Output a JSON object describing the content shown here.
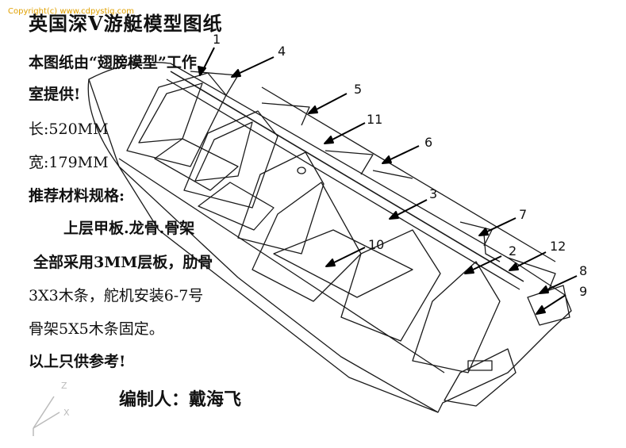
{
  "copyright": "Copyright(c) www.cdpystig.com",
  "title": "英国深V游艇模型图纸",
  "notes": {
    "source_line1": "本图纸由“翅膀模型”工作",
    "source_line2": "室提供!",
    "length": "长:520MM",
    "width": "宽:179MM",
    "materials_heading": "推荐材料规格:",
    "materials_parts": "上层甲板.龙骨.骨架",
    "plywood_line": "全部采用3MM层板，肋骨",
    "strip_line": "3X3木条，舵机安装6-7号",
    "frame_line": "骨架5X5木条固定。",
    "reference_line": "以上只供参考!"
  },
  "author": "编制人：戴海飞",
  "axes": {
    "z": "Z",
    "x": "X"
  },
  "callouts": [
    "1",
    "4",
    "5",
    "11",
    "6",
    "3",
    "7",
    "10",
    "2",
    "12",
    "8",
    "9"
  ],
  "colors": {
    "line": "#1a1a1a",
    "copyright": "#e0a000"
  }
}
